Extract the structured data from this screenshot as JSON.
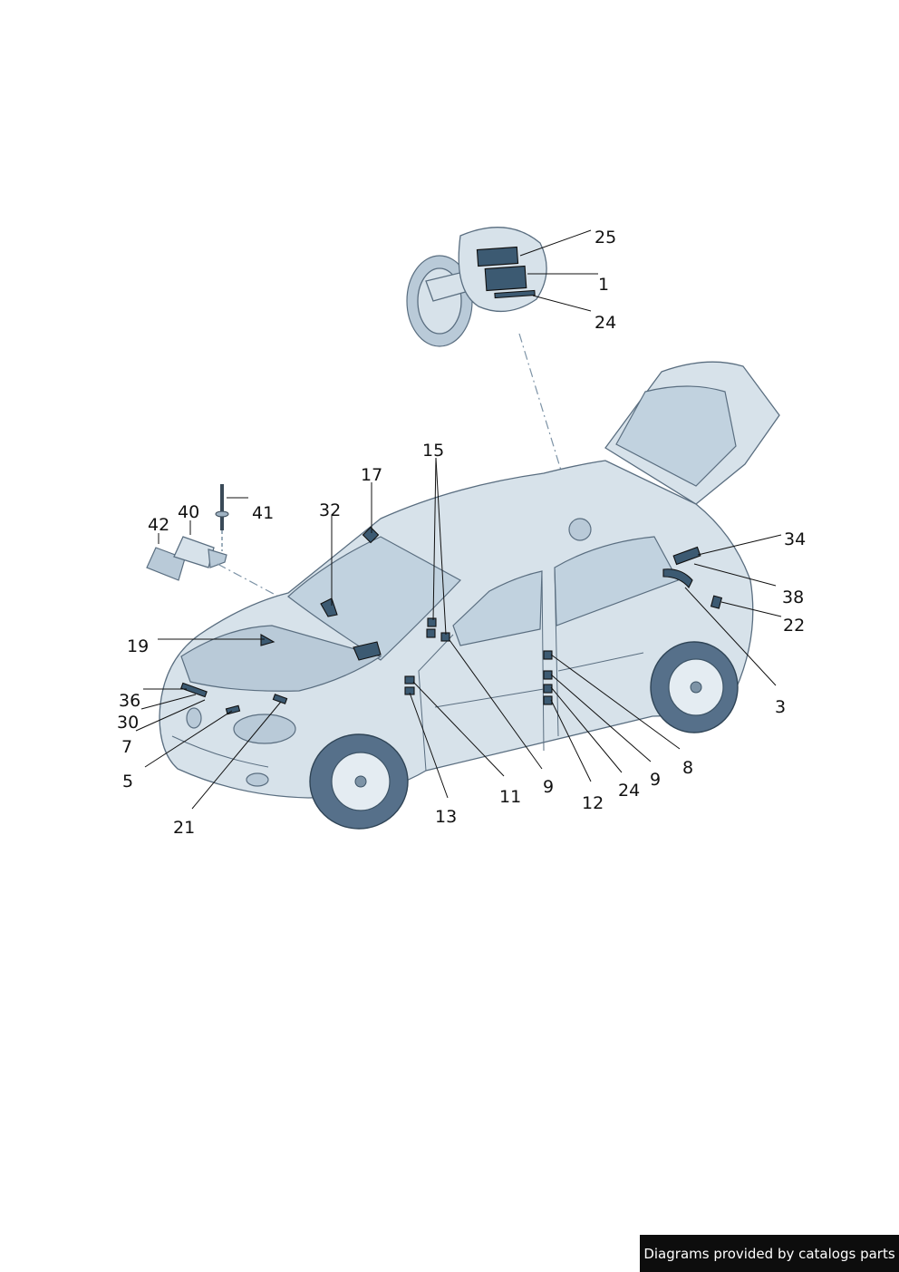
{
  "callouts": [
    {
      "id": "c25",
      "text": "25"
    },
    {
      "id": "c1",
      "text": "1"
    },
    {
      "id": "c24a",
      "text": "24"
    },
    {
      "id": "c15",
      "text": "15"
    },
    {
      "id": "c17",
      "text": "17"
    },
    {
      "id": "c41",
      "text": "41"
    },
    {
      "id": "c40",
      "text": "40"
    },
    {
      "id": "c42",
      "text": "42"
    },
    {
      "id": "c32",
      "text": "32"
    },
    {
      "id": "c34",
      "text": "34"
    },
    {
      "id": "c38",
      "text": "38"
    },
    {
      "id": "c22",
      "text": "22"
    },
    {
      "id": "c19",
      "text": "19"
    },
    {
      "id": "c3",
      "text": "3"
    },
    {
      "id": "c36",
      "text": "36"
    },
    {
      "id": "c30",
      "text": "30"
    },
    {
      "id": "c7",
      "text": "7"
    },
    {
      "id": "c8",
      "text": "8"
    },
    {
      "id": "c9a",
      "text": "9"
    },
    {
      "id": "c9b",
      "text": "9"
    },
    {
      "id": "c24b",
      "text": "24"
    },
    {
      "id": "c5",
      "text": "5"
    },
    {
      "id": "c11",
      "text": "11"
    },
    {
      "id": "c12",
      "text": "12"
    },
    {
      "id": "c13",
      "text": "13"
    },
    {
      "id": "c21",
      "text": "21"
    }
  ],
  "footer": {
    "text": "Diagrams provided by catalogs parts"
  },
  "colors": {
    "body": "#d7e2ea",
    "outline": "#5a6e80",
    "label_part": "#3c5a72",
    "tire": "#56708a"
  }
}
